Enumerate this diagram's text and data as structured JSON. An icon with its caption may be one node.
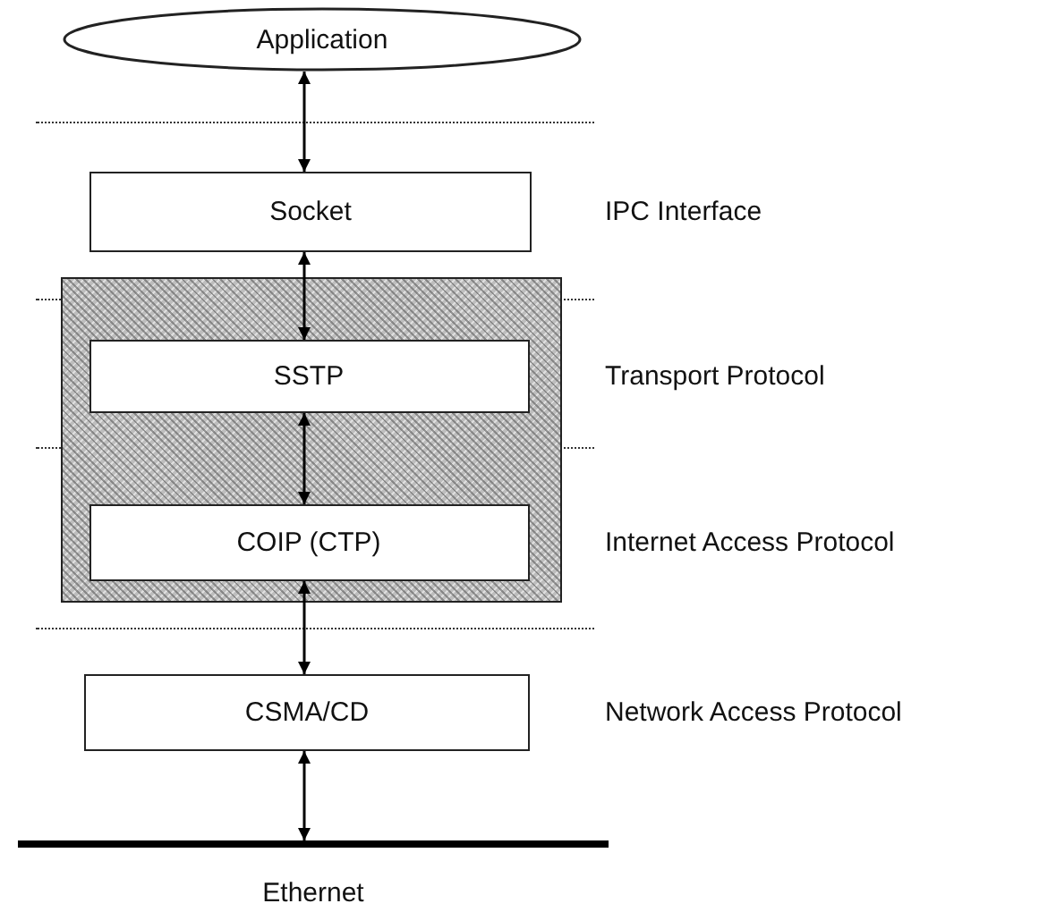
{
  "diagram": {
    "nodes": [
      {
        "text": [
          "Application"
        ]
      },
      {
        "text": [
          "Socket"
        ],
        "beside": [
          "IPC Interface"
        ]
      },
      {
        "text": [],
        "shape": "box"
      },
      {
        "text": [
          "SSTP"
        ],
        "in": 2,
        "beside": [
          "Transport Protocol"
        ]
      },
      {
        "text": [
          "COIP (CTP)"
        ],
        "in": 2,
        "beside": [
          "Internet Access Protocol"
        ]
      },
      {
        "text": [
          "CSMA/CD"
        ],
        "beside": [
          "Network Access Protocol"
        ]
      },
      {
        "text": [
          "Ethernet"
        ]
      }
    ],
    "edges": [
      {
        "from": 0,
        "to": 1,
        "arrow": "both"
      },
      {
        "from": 1,
        "to": 3,
        "arrow": "both"
      },
      {
        "from": 3,
        "to": 4,
        "arrow": "both"
      },
      {
        "from": 4,
        "to": 5,
        "arrow": "both"
      },
      {
        "from": 5,
        "to": 6,
        "arrow": "both"
      }
    ]
  }
}
